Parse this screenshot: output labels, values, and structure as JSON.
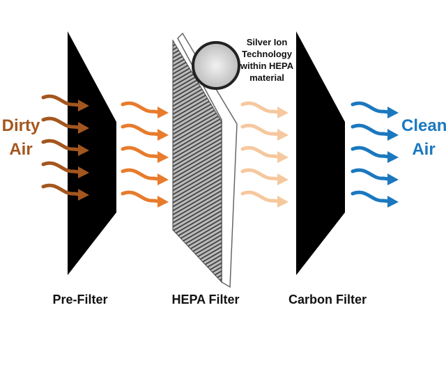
{
  "labels": {
    "dirty_air": [
      "Dirty",
      "Air"
    ],
    "clean_air": [
      "Clean",
      "Air"
    ],
    "pre_filter": "Pre-Filter",
    "hepa_filter": "HEPA Filter",
    "carbon_filter": "Carbon Filter",
    "silver_ion": [
      "Silver Ion",
      "Technology",
      "within HEPA",
      "material"
    ]
  },
  "colors": {
    "dirty": "#a4561e",
    "orange": "#e87b2c",
    "peach": "#f6c89e",
    "clean": "#1b78bf",
    "panel": "#000000"
  }
}
